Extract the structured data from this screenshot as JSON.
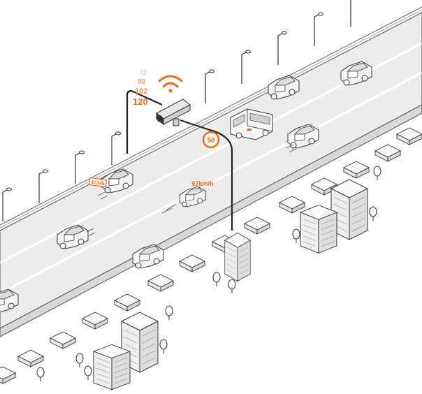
{
  "speed_display": {
    "lines": [
      "72",
      "80",
      "102",
      "120"
    ]
  },
  "speed_limit_sign": {
    "value": "50"
  },
  "car_speed_label": {
    "text": "67km/h"
  },
  "plate_label": {
    "text": "12345"
  },
  "colors": {
    "accent": "#f26a1b",
    "line": "#2b2b2b",
    "road": "#ebebeb",
    "building": "#f2f2f2"
  },
  "icons": [
    "wifi-icon",
    "camera-icon",
    "speed-limit-sign-icon"
  ]
}
